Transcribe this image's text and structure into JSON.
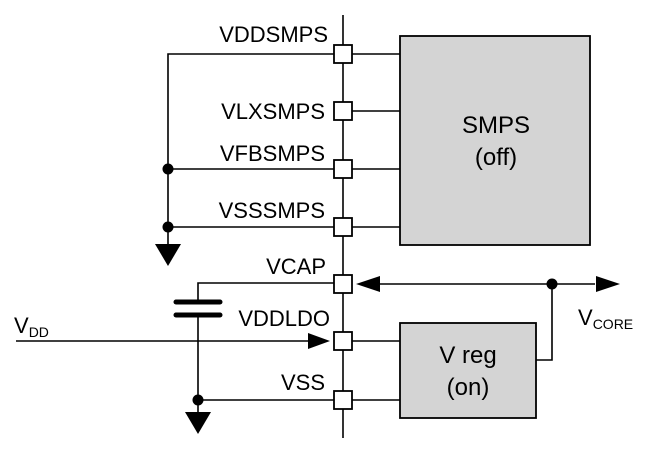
{
  "pins": {
    "vddsmps": "VDDSMPS",
    "vlxsmps": "VLXSMPS",
    "vfbsmps": "VFBSMPS",
    "vsssmps": "VSSSMPS",
    "vcap": "VCAP",
    "vddldo": "VDDLDO",
    "vss": "VSS"
  },
  "blocks": {
    "smps": {
      "line1": "SMPS",
      "line2": "(off)"
    },
    "vreg": {
      "line1": "V reg",
      "line2": "(on)"
    }
  },
  "signals": {
    "vdd_main": "V",
    "vdd_sub": "DD",
    "vcore_main": "V",
    "vcore_sub": "CORE"
  },
  "colors": {
    "block_fill": "#d4d4d4",
    "line": "#000000"
  }
}
